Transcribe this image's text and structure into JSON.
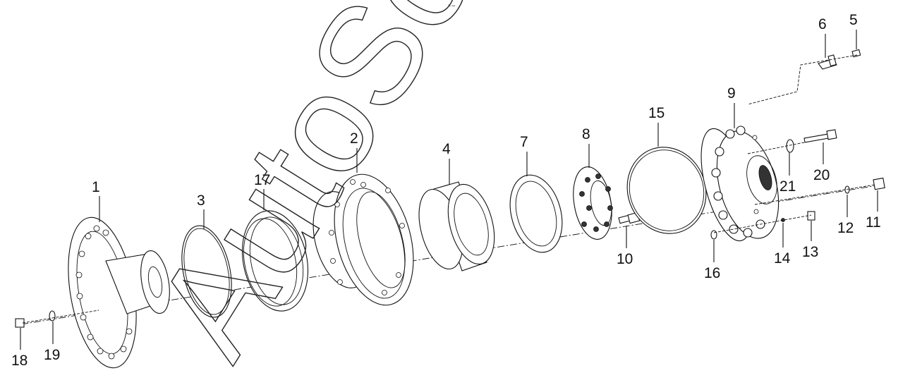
{
  "header_mark": "°• •••",
  "watermark": "AutoSoft",
  "callouts": [
    "1",
    "2",
    "3",
    "4",
    "5",
    "6",
    "7",
    "8",
    "9",
    "10",
    "11",
    "12",
    "13",
    "14",
    "15",
    "16",
    "17",
    "18",
    "19",
    "20",
    "21"
  ]
}
